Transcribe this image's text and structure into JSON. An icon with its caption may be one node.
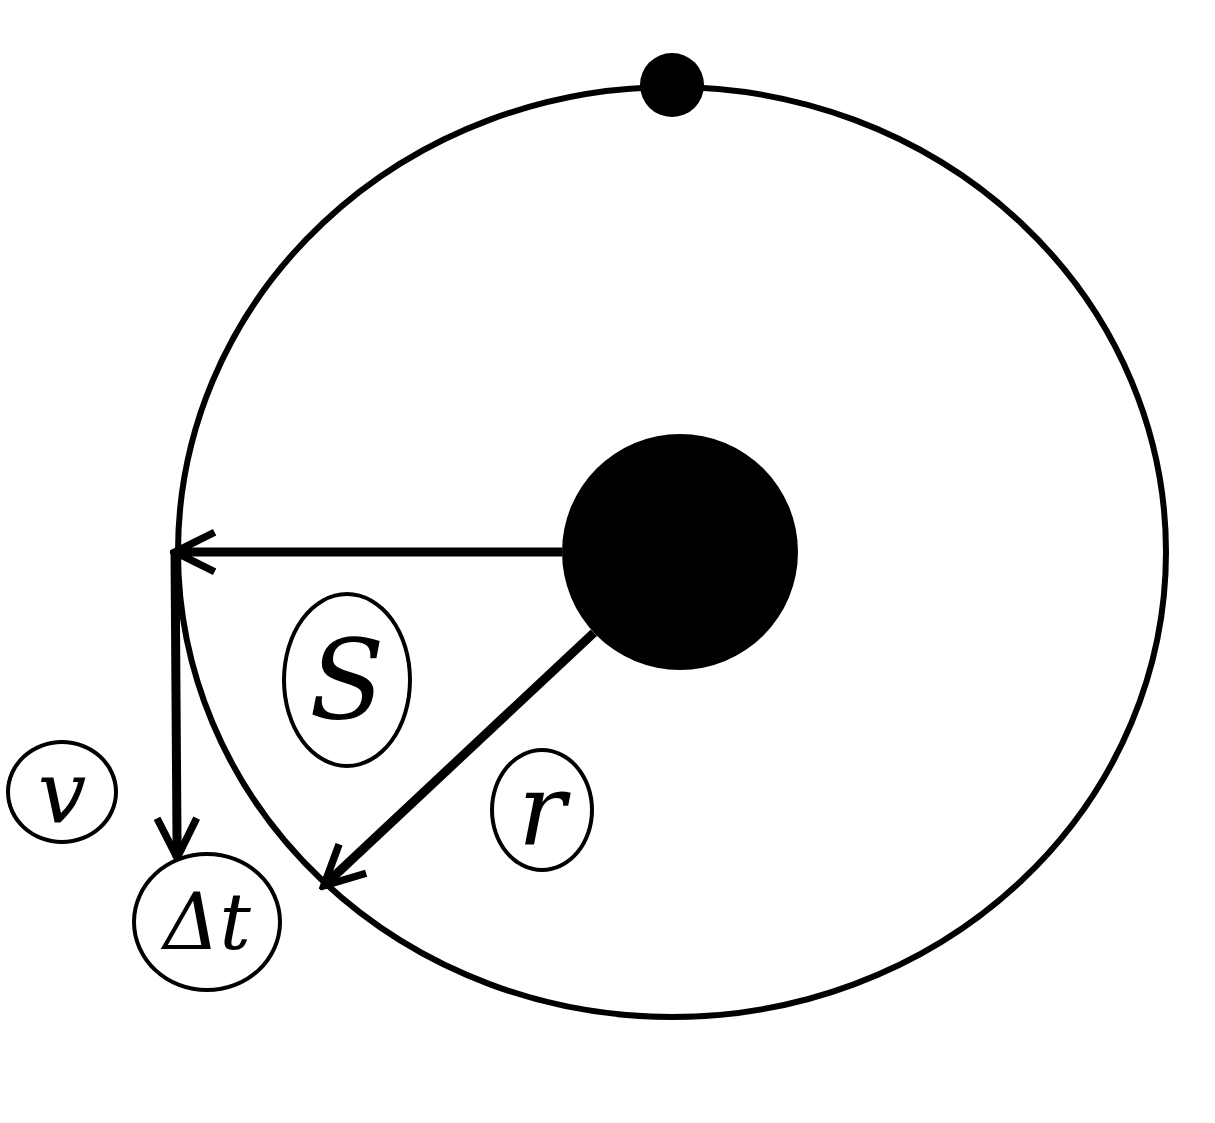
{
  "diagram": {
    "nodes": [
      {
        "text": [],
        "shape": "circle"
      },
      {
        "text": [],
        "shape": "circle",
        "in": 0
      },
      {
        "text": [],
        "shape": "circle"
      },
      {
        "text": [
          "S"
        ],
        "in": 0
      },
      {
        "text": [
          "v"
        ]
      },
      {
        "text": [
          "r"
        ],
        "in": 0
      },
      {
        "text": [
          "Δt"
        ]
      }
    ],
    "edges": [
      {
        "from": 1,
        "to": 0,
        "arrow": "to"
      },
      {
        "from": 1,
        "to": 0,
        "arrow": "to"
      },
      {
        "from": 0,
        "to": 6,
        "arrow": "to"
      }
    ]
  }
}
